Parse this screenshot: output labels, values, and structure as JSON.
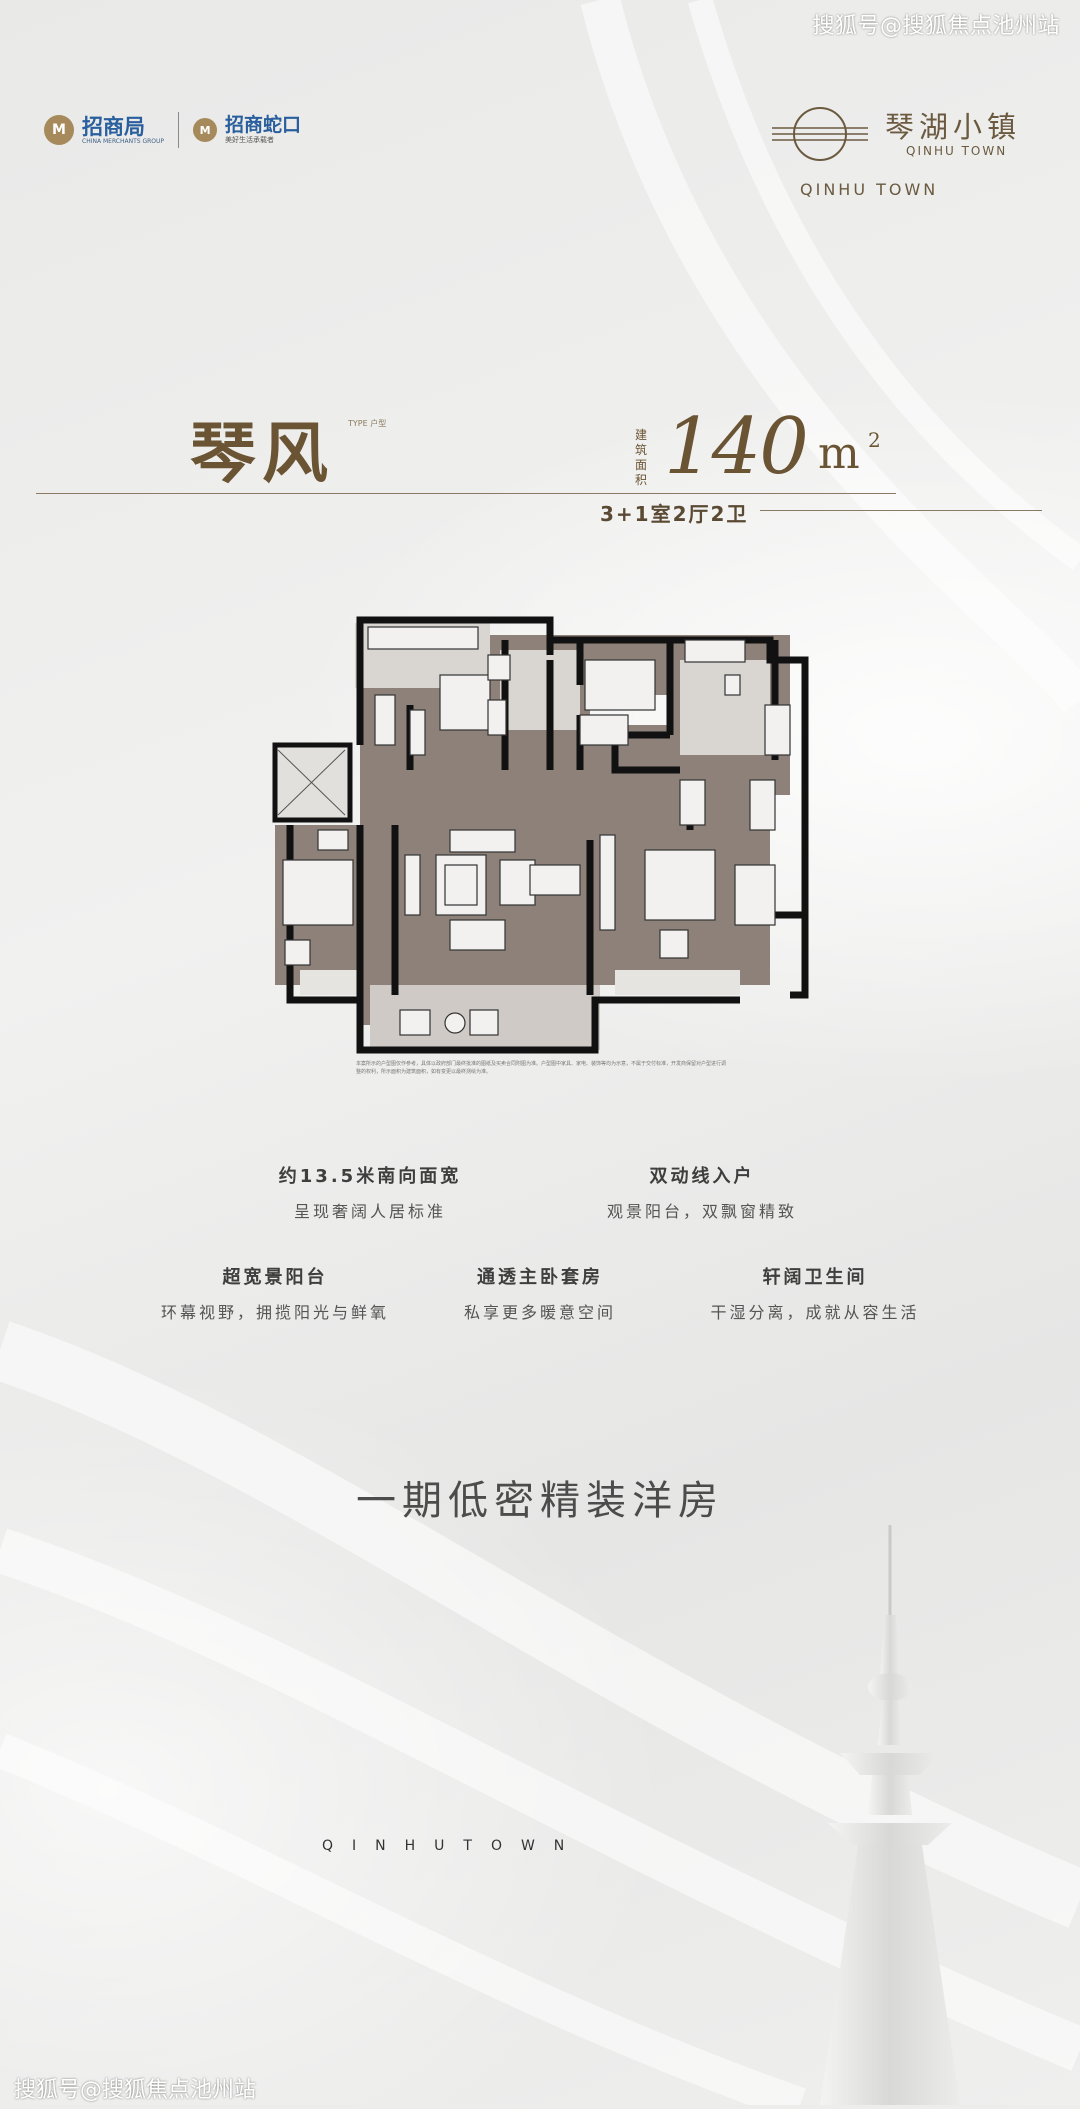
{
  "watermark": {
    "top": "搜狐号@搜狐焦点池州站",
    "bottom": "搜狐号@搜狐焦点池州站"
  },
  "logos": {
    "cm_name": "招商局",
    "cm_en": "CHINA MERCHANTS GROUP",
    "sk_name": "招商蛇口",
    "sk_sub": "美好生活承载者"
  },
  "project": {
    "name_cn": "琴湖小镇",
    "name_en_small": "QINHU TOWN",
    "name_en": "QINHU TOWN"
  },
  "unit": {
    "name": "琴风",
    "type_label": "TYPE 户型",
    "area_label": "建筑面积",
    "area_value": "140",
    "area_unit": "m",
    "area_sup": "2",
    "layout": "3+1室2厅2卫"
  },
  "plan_note": "本案所示的户型图仅作参考，具体以政府部门最终批准的图纸及买卖合同附图为准。户型图中家具、家电、装饰等均为示意，不属于交付标准，开发商保留对户型进行调整的权利，所示面积为建筑面积，如有变更以最终测绘为准。",
  "features": [
    {
      "title": "约13.5米南向面宽",
      "desc": "呈现奢阔人居标准"
    },
    {
      "title": "双动线入户",
      "desc": "观景阳台，双飘窗精致"
    },
    {
      "title": "超宽景阳台",
      "desc": "环幕视野，拥揽阳光与鲜氧"
    },
    {
      "title": "通透主卧套房",
      "desc": "私享更多暖意空间"
    },
    {
      "title": "轩阔卫生间",
      "desc": "干湿分离，成就从容生活"
    }
  ],
  "slogan": "一期低密精装洋房",
  "bottom_en": "QINHUTOWN",
  "colors": {
    "gold": "#6a5433",
    "brand_blue": "#2a5f9e",
    "floor": "#8d8179"
  }
}
